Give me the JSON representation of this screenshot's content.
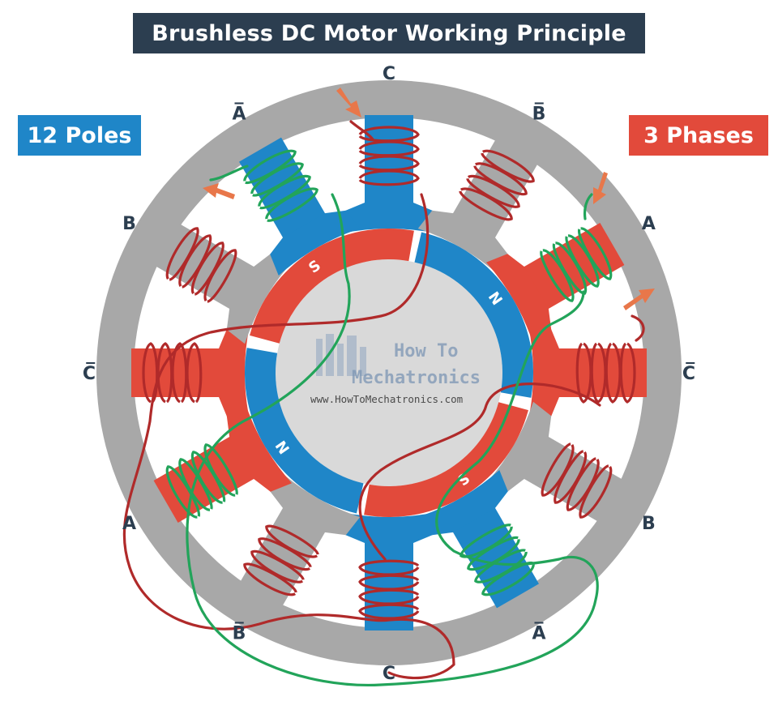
{
  "title": "Brushless DC Motor Working Principle",
  "left_badge": "12 Poles",
  "right_badge": "3 Phases",
  "pole_labels": [
    "C",
    "B̅",
    "A",
    "C̅",
    "B",
    "A̅",
    "C",
    "B̅",
    "A",
    "C̅",
    "B",
    "A̅"
  ],
  "pole_colors": [
    "blue",
    "gray",
    "red",
    "red",
    "gray",
    "blue",
    "blue",
    "gray",
    "red",
    "red",
    "gray",
    "blue"
  ],
  "magnet_labels": [
    "S",
    "N",
    "S",
    "N"
  ],
  "watermark": {
    "line1": "How To",
    "line2": "Mechatronics",
    "url": "www.HowToMechatronics.com"
  },
  "colors": {
    "stator": "#a8a8a8",
    "red": "#e24a3b",
    "blue": "#1f86c8",
    "gray_pole": "#a8a8a8",
    "wire_red": "#b02a2a",
    "wire_green": "#22a45a",
    "arrow": "#e8774a",
    "label": "#2c3e50"
  }
}
